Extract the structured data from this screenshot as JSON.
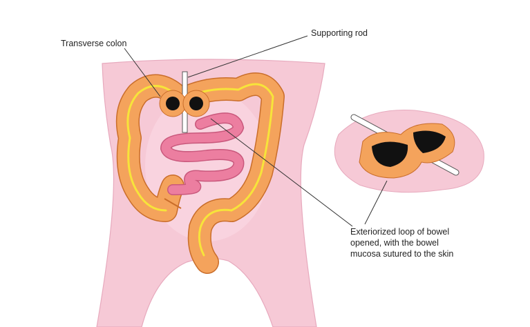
{
  "labels": {
    "transverse_colon": "Transverse colon",
    "supporting_rod": "Supporting rod",
    "stoma_line1": "Exteriorized loop of bowel",
    "stoma_line2": "opened, with the bowel",
    "stoma_line3": "mucosa sutured to the skin"
  },
  "colors": {
    "skin": "#f6c9d6",
    "colon": "#f4a35c",
    "colon_outline": "#c96d2a",
    "vessel": "#f7e43a",
    "small_intestine": "#ec7ea0",
    "rod": "#ffffff"
  }
}
